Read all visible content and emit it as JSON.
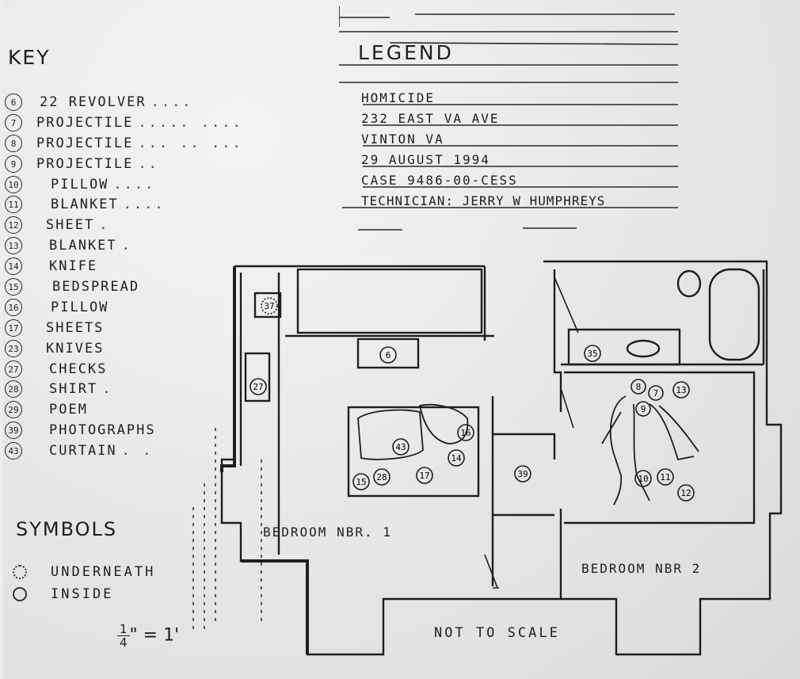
{
  "key": {
    "title": "KEY",
    "items": [
      {
        "num": "6",
        "label": "22 REVOLVER",
        "dots": "...."
      },
      {
        "num": "7",
        "label": "PROJECTILE",
        "dots": "..... ...."
      },
      {
        "num": "8",
        "label": "PROJECTILE",
        "dots": "... .. ..."
      },
      {
        "num": "9",
        "label": "PROJECTILE",
        "dots": ".."
      },
      {
        "num": "10",
        "label": "PILLOW",
        "dots": "  ...."
      },
      {
        "num": "11",
        "label": "BLANKET",
        "dots": "...."
      },
      {
        "num": "12",
        "label": "SHEET",
        "dots": "."
      },
      {
        "num": "13",
        "label": "BLANKET",
        "dots": "."
      },
      {
        "num": "14",
        "label": "KNIFE",
        "dots": ""
      },
      {
        "num": "15",
        "label": "BEDSPREAD",
        "dots": ""
      },
      {
        "num": "16",
        "label": "PILLOW",
        "dots": ""
      },
      {
        "num": "17",
        "label": "SHEETS",
        "dots": ""
      },
      {
        "num": "23",
        "label": "KNIVES",
        "dots": ""
      },
      {
        "num": "27",
        "label": "CHECKS",
        "dots": ""
      },
      {
        "num": "28",
        "label": "SHIRT",
        "dots": "."
      },
      {
        "num": "29",
        "label": "POEM",
        "dots": ""
      },
      {
        "num": "39",
        "label": "PHOTOGRAPHS",
        "dots": ""
      },
      {
        "num": "43",
        "label": "CURTAIN",
        "dots": ". ."
      }
    ]
  },
  "legend": {
    "title": "LEGEND",
    "lines": [
      "HOMICIDE",
      "232 EAST VA AVE",
      "VINTON VA",
      "29 AUGUST 1994",
      "CASE 9486-00-CESS",
      "TECHNICIAN: JERRY W HUMPHREYS"
    ]
  },
  "symbols": {
    "title": "SYMBOLS",
    "underneath": "UNDERNEATH",
    "inside": "INSIDE"
  },
  "scale": {
    "numerator": "1",
    "denominator": "4",
    "rest": "\" = 1'"
  },
  "plan": {
    "bedroom1": "BEDROOM NBR. 1",
    "bedroom2": "BEDROOM NBR  2",
    "not_to_scale": "NOT TO SCALE",
    "markers": {
      "m37": "37",
      "m6": "6",
      "m27": "27",
      "m35": "35",
      "m16": "16",
      "m43": "43",
      "m14": "14",
      "m17": "17",
      "m15": "15",
      "m28": "28",
      "m39": "39",
      "m8": "8",
      "m7": "7",
      "m13": "13",
      "m9": "9",
      "m10": "10",
      "m11": "11",
      "m12": "12"
    }
  },
  "colors": {
    "ink": "#1e1e1e",
    "paper": "#ededed"
  }
}
